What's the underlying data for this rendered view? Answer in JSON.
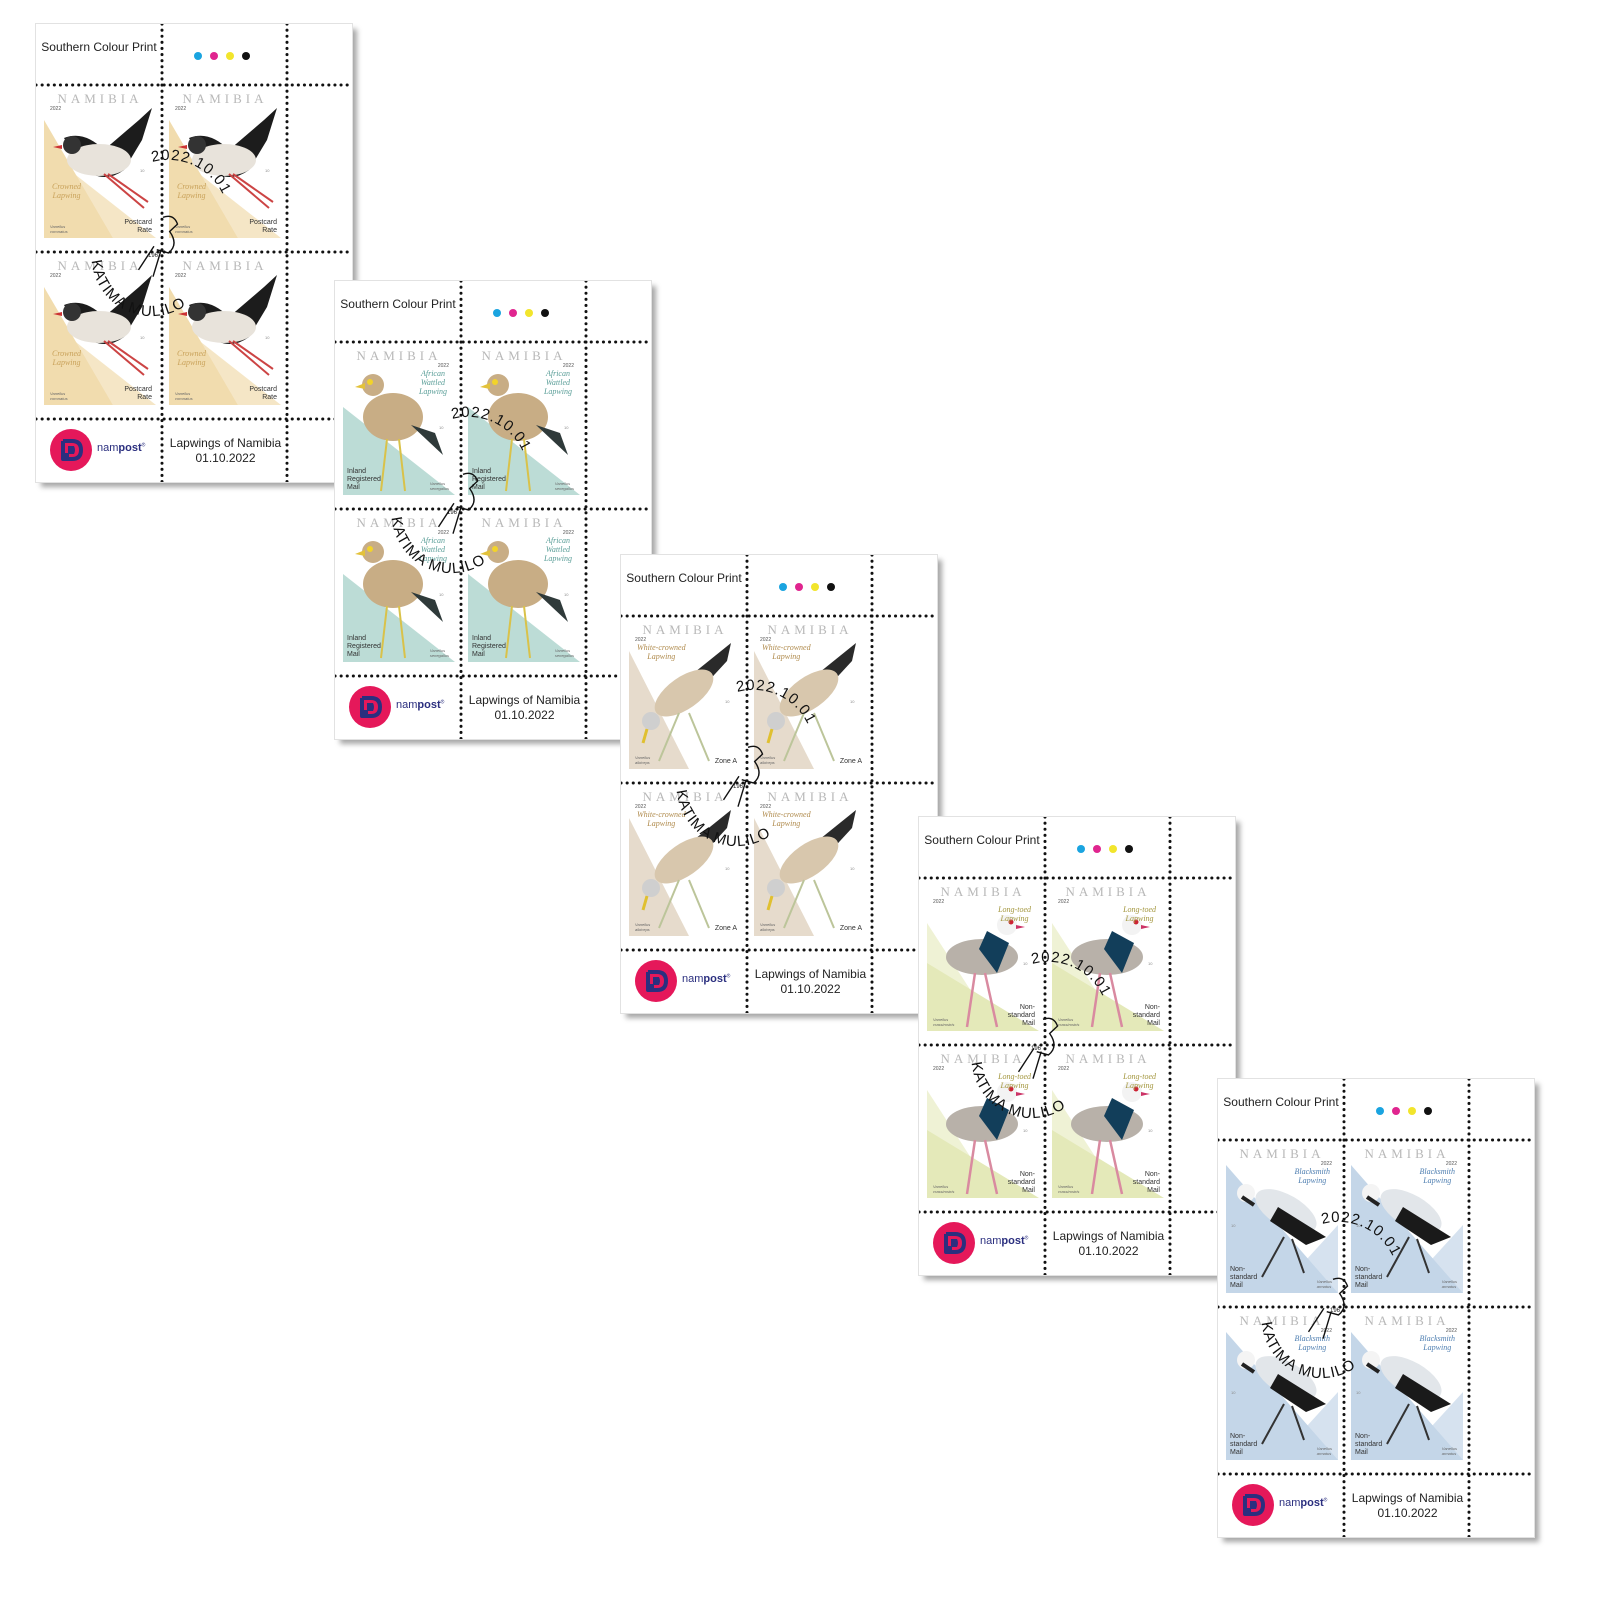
{
  "common": {
    "printer": "Southern Colour Print",
    "country": "NAMIBIA",
    "year": "2022",
    "face_value_mark": "10",
    "footer_title": "Lapwings of Namibia",
    "footer_date": "01.10.2022",
    "brand_prefix": "nam",
    "brand_suffix": "post",
    "brand_mark": "®",
    "sheet_number": "196",
    "cancel_date": "2022.10.01",
    "cancel_town": "KATIMA MULILO",
    "registration_dot_colors": [
      "#1aa4e0",
      "#e0258f",
      "#f2e52c",
      "#111111"
    ],
    "brand_color": "#e5185a",
    "brand_text_color": "#2b2f7f"
  },
  "sheets": [
    {
      "name": "Crowned Lapwing",
      "name_lines": [
        "Crowned",
        "Lapwing"
      ],
      "latin": [
        "Vanellus",
        "coronatus"
      ],
      "rate_lines": [
        "Postcard",
        "Rate"
      ],
      "bg_color": "#f1dcae",
      "name_color": "#c9a25a",
      "bird_color": "#e8e3db"
    },
    {
      "name": "African Wattled Lapwing",
      "name_lines": [
        "African",
        "Wattled",
        "Lapwing"
      ],
      "latin": [
        "Vanellus",
        "senegallus"
      ],
      "rate_lines": [
        "Inland",
        "Registered",
        "Mail"
      ],
      "bg_color": "#bcdcd6",
      "name_color": "#5a9e98",
      "bird_color": "#c8ad85"
    },
    {
      "name": "White-crowned Lapwing",
      "name_lines": [
        "White-crowned",
        "Lapwing"
      ],
      "latin": [
        "Vanellus",
        "albiceps"
      ],
      "rate_lines": [
        "Zone A"
      ],
      "bg_color": "#e6dbcc",
      "name_color": "#b08b4d",
      "bird_color": "#d8c7ad"
    },
    {
      "name": "Long-toed Lapwing",
      "name_lines": [
        "Long-toed",
        "Lapwing"
      ],
      "latin": [
        "Vanellus",
        "crassirostris"
      ],
      "rate_lines": [
        "Non-",
        "standard",
        "Mail"
      ],
      "bg_color": "#e4e9b9",
      "name_color": "#a3963d",
      "bird_color": "#b8b1a9"
    },
    {
      "name": "Blacksmith Lapwing",
      "name_lines": [
        "Blacksmith",
        "Lapwing"
      ],
      "latin": [
        "Vanellus",
        "armatus"
      ],
      "rate_lines": [
        "Non-",
        "standard",
        "Mail"
      ],
      "bg_color": "#c4d6e8",
      "name_color": "#4f7fb1",
      "bird_color": "#e2e6ea"
    }
  ]
}
